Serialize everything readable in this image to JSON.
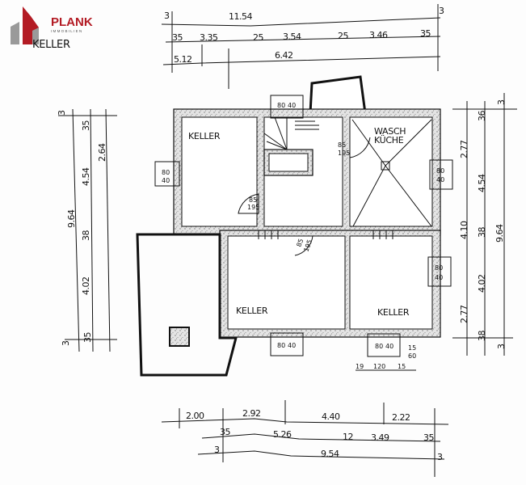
{
  "logo": {
    "name": "PLANK",
    "subtitle": "IMMOBILIEN",
    "colors": {
      "red": "#b31b24",
      "grey": "#9a9a9a"
    }
  },
  "plan_title": "KELLER",
  "rooms": {
    "keller_top_left": "KELLER",
    "wasch": "WASCH",
    "kueche": "KÜCHE",
    "keller_bottom_left": "KELLER",
    "keller_bottom_right": "KELLER"
  },
  "dims_top": {
    "total": "11.54",
    "end_left": "3",
    "end_right": "3",
    "row2": [
      "35",
      "3.35",
      "25",
      "3.54",
      "25",
      "3.46",
      "35"
    ],
    "row3": [
      "5.12",
      "6.42"
    ]
  },
  "dims_bottom": {
    "row1": [
      "2.00",
      "2.92",
      "4.40",
      "2.22"
    ],
    "row2": [
      "35",
      "5.26",
      "12",
      "3.49",
      "35"
    ],
    "row3": [
      "3",
      "9.54",
      "3"
    ]
  },
  "dims_left": {
    "total": "9.64",
    "inner": [
      "35",
      "4.54",
      "38",
      "4.02",
      "35"
    ],
    "partial": "2.64",
    "end_top": "3",
    "end_bottom": "3"
  },
  "dims_right": {
    "outer": [
      "2.77",
      "4.10",
      "2.77"
    ],
    "inner": [
      "36",
      "4.54",
      "38",
      "4.02",
      "38"
    ],
    "total": "9.64",
    "end_top": "3",
    "end_bottom": "3"
  },
  "windows": {
    "top": [
      "80",
      "40"
    ],
    "left": [
      "80",
      "40"
    ],
    "right_upper": [
      "80",
      "40"
    ],
    "right_lower": [
      "80",
      "40"
    ],
    "bottom_left": [
      "80",
      "40"
    ],
    "bottom_right": [
      "80",
      "40"
    ],
    "bottom_small": [
      "15",
      "60"
    ]
  },
  "doors": {
    "keller": [
      "85",
      "195"
    ],
    "wasch": [
      "85",
      "195"
    ],
    "hall": [
      "85",
      "195"
    ]
  },
  "bottom_detail": [
    "19",
    "120",
    "15"
  ]
}
